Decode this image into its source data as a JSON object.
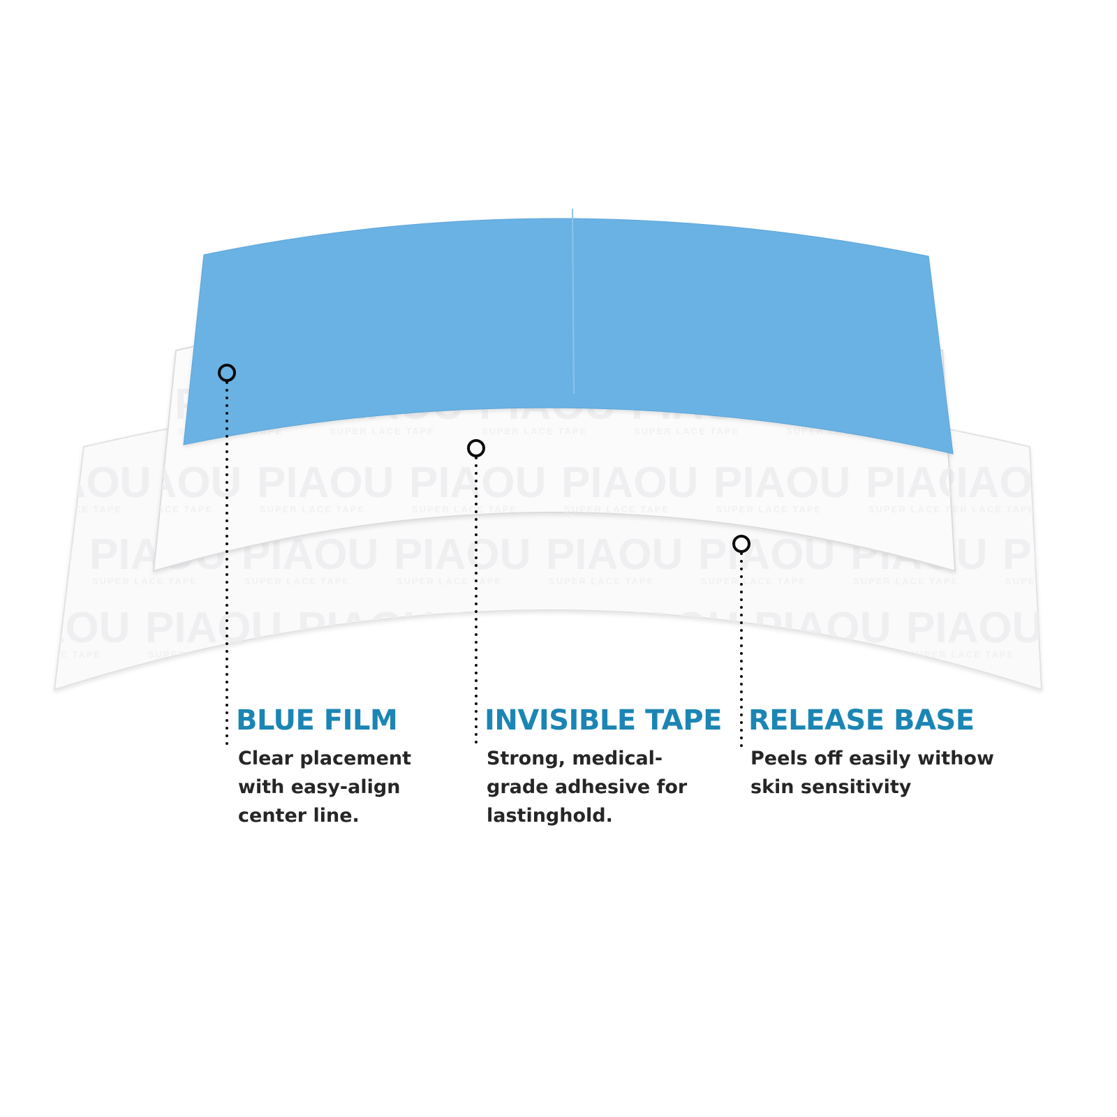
{
  "colors": {
    "accent": "#1b85b4",
    "blue_film": "#6ab2e4",
    "marker": "#0a0a0a"
  },
  "watermark": {
    "brand": "PIAOU",
    "tagline": "SUPER LACE TAPE"
  },
  "layers": [
    {
      "title": "BLUE FILM",
      "description": "Clear placement\nwith easy-align\ncenter line."
    },
    {
      "title": "INVISIBLE TAPE",
      "description": "Strong, medical-\ngrade adhesive for\n lastinghold."
    },
    {
      "title": "RELEASE BASE",
      "description": "Peels off easily withow\nskin sensitivity"
    }
  ]
}
